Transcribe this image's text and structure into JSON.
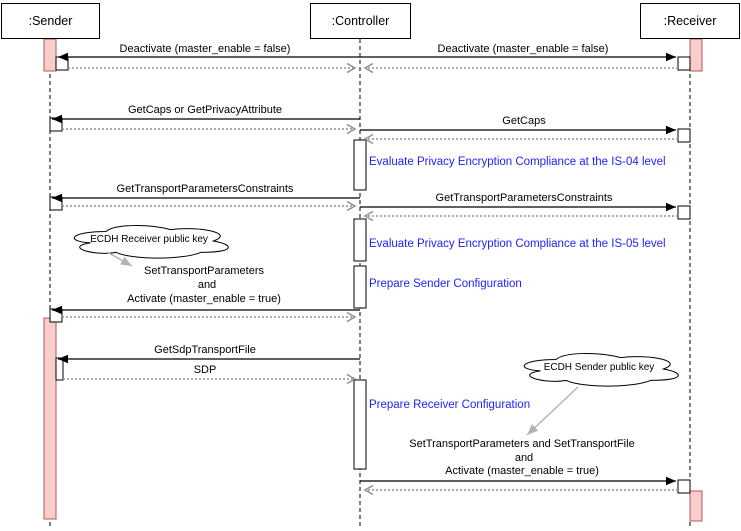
{
  "diagram": {
    "type": "uml-sequence-diagram",
    "actors": [
      {
        "id": "sender",
        "label": ":Sender"
      },
      {
        "id": "controller",
        "label": ":Controller"
      },
      {
        "id": "receiver",
        "label": ":Receiver"
      }
    ],
    "messages": {
      "deactivate_to_sender": "Deactivate (master_enable = false)",
      "deactivate_to_receiver": "Deactivate (master_enable = false)",
      "get_caps_or_privacy": "GetCaps or GetPrivacyAttribute",
      "get_caps": "GetCaps",
      "get_transport_constraints_sender": "GetTransportParametersConstraints",
      "get_transport_constraints_receiver": "GetTransportParametersConstraints",
      "set_transport_sender": [
        "SetTransportParameters",
        "and",
        "Activate (master_enable = true)"
      ],
      "get_sdp_transport_file": "GetSdpTransportFile",
      "sdp": "SDP",
      "set_transport_receiver": [
        "SetTransportParameters and SetTransportFile",
        "and",
        "Activate (master_enable = true)"
      ]
    },
    "notes": {
      "is04_evaluation": "Evaluate Privacy Encryption Compliance at the IS-04 level",
      "is05_evaluation": "Evaluate Privacy Encryption Compliance at the IS-05 level",
      "prepare_sender": "Prepare Sender Configuration",
      "prepare_receiver": "Prepare Receiver Configuration"
    },
    "clouds": {
      "receiver_key": "ECDH Receiver public key",
      "sender_key": "ECDH Sender public key"
    },
    "colors": {
      "activation_fill": "#f8cecc",
      "activation_stroke": "#b85450",
      "call_activation_fill": "#ffffff",
      "note_text": "#1f1fff",
      "return_line": "#909090",
      "solid_line": "#000000",
      "cloud_arrow": "#b3b3b3",
      "background": "#ffffff"
    }
  }
}
